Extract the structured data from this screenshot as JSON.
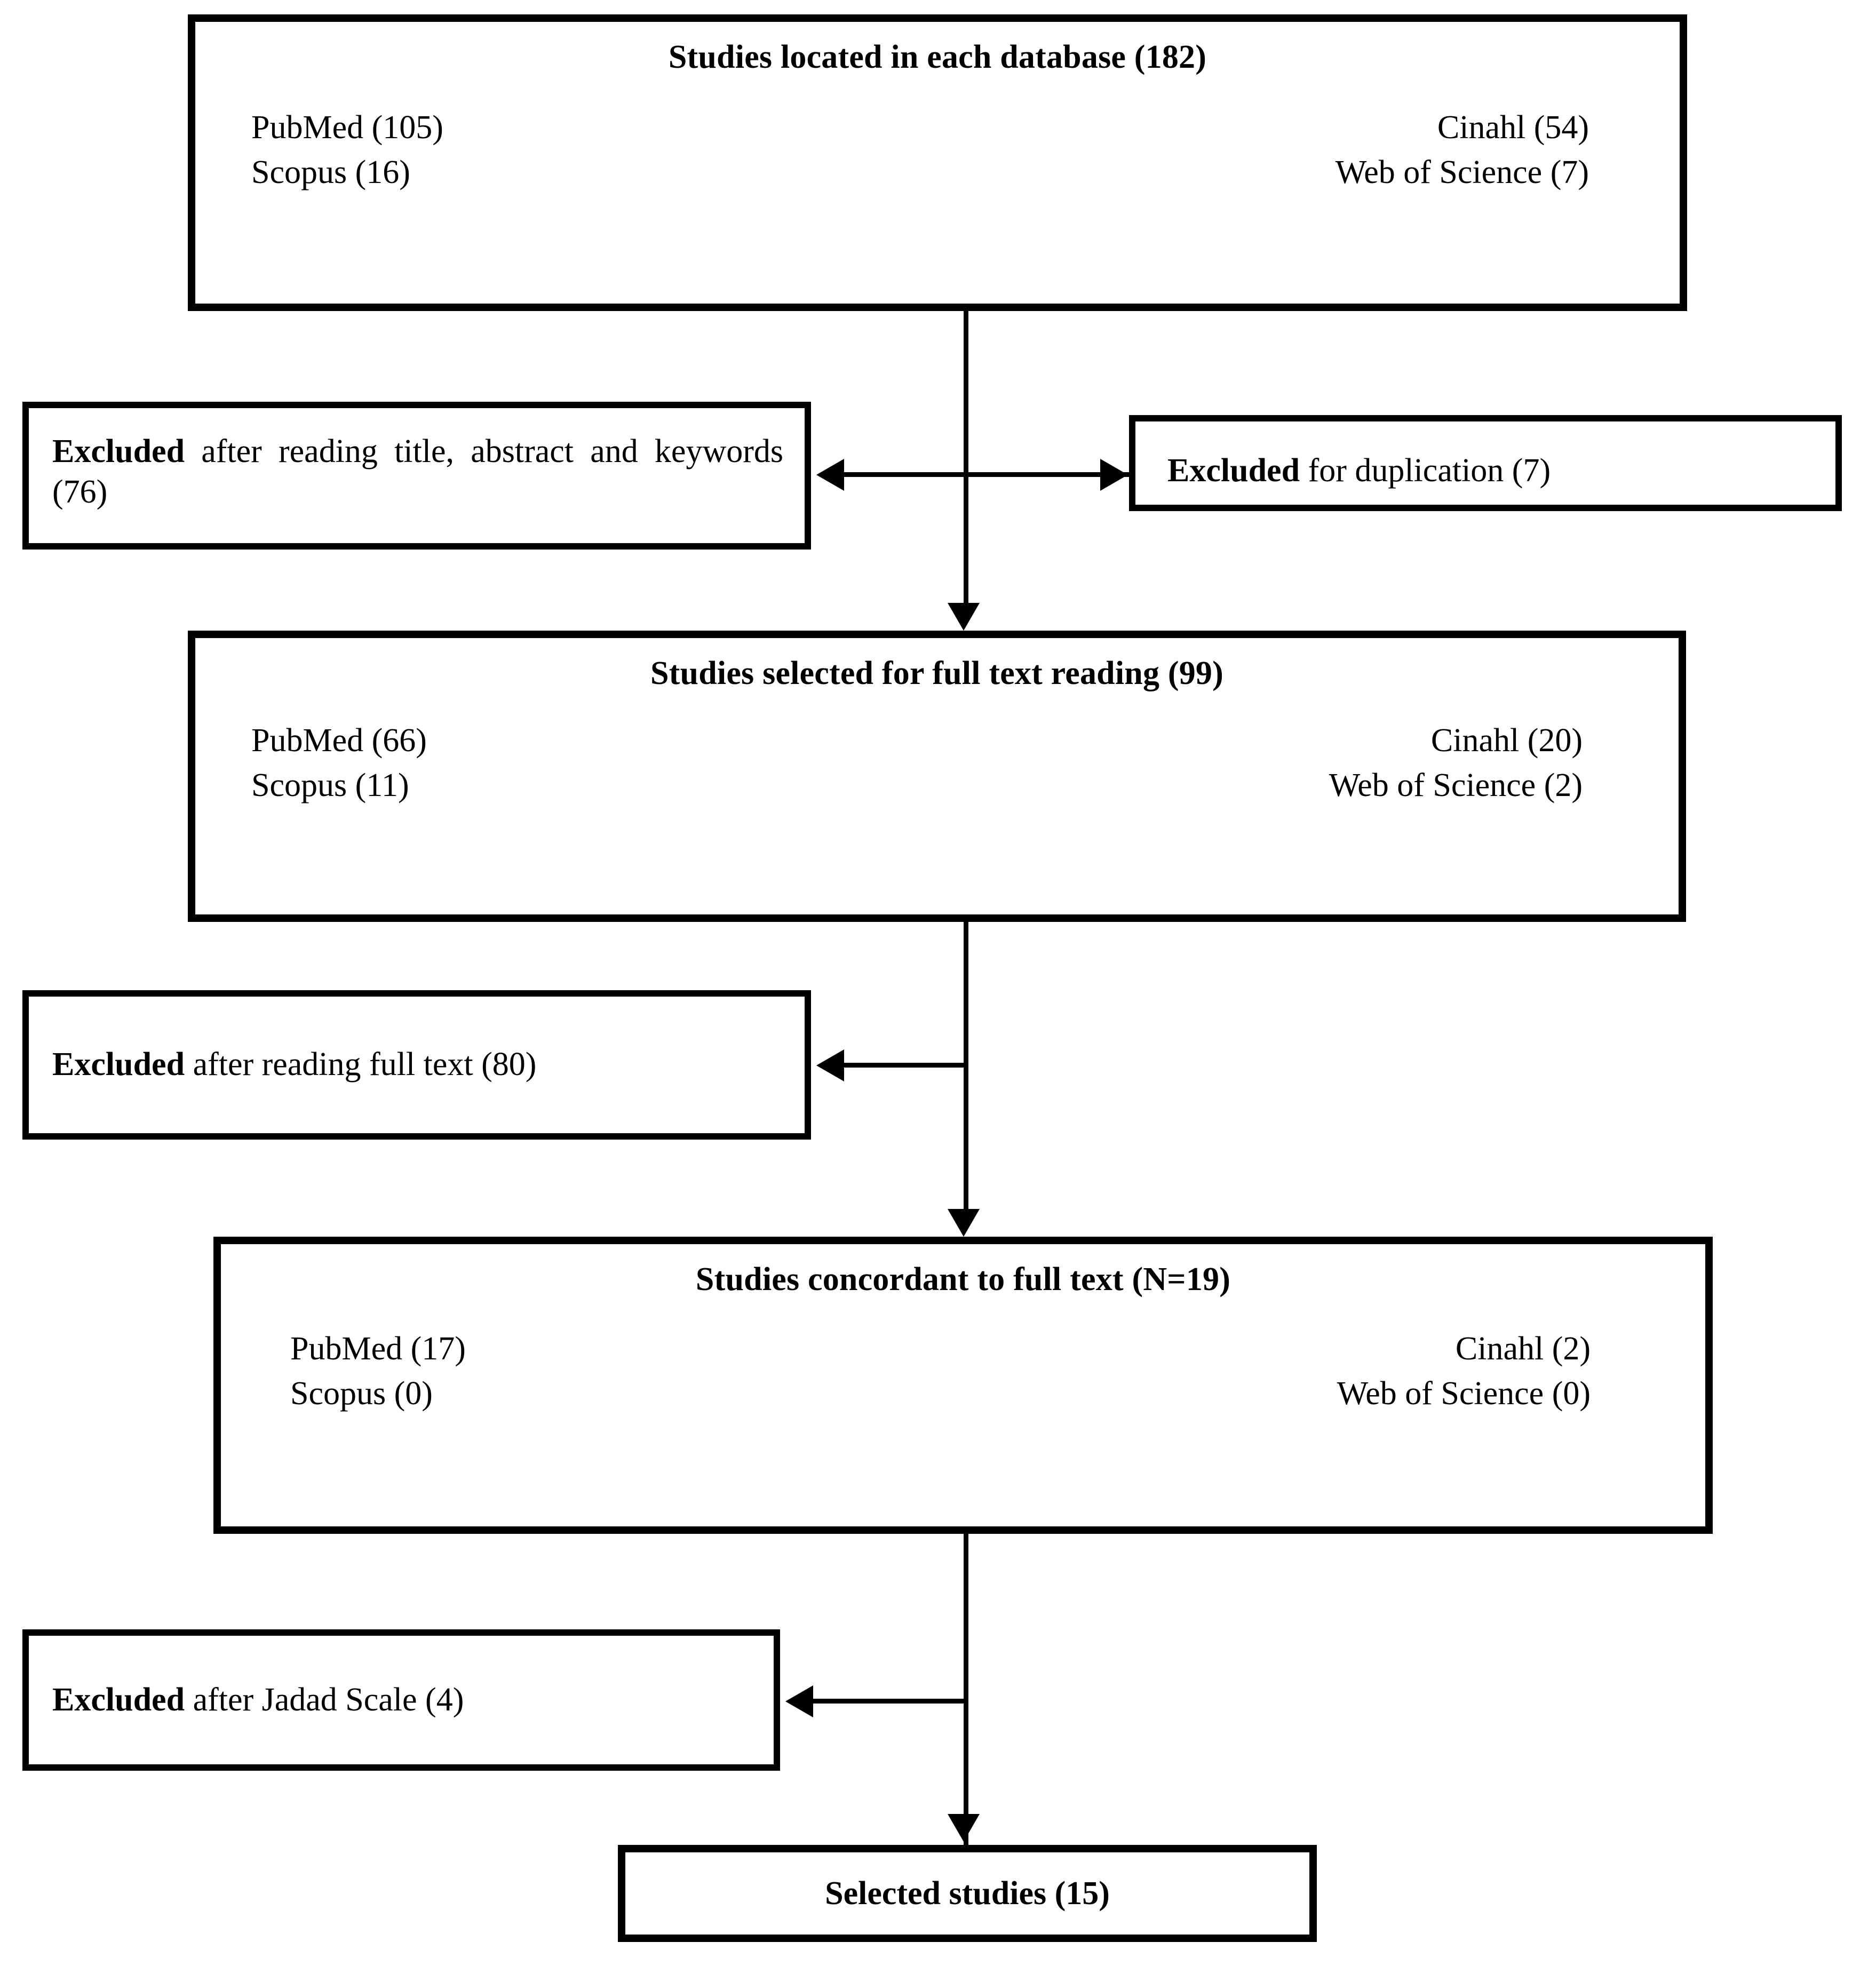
{
  "chart_data": {
    "type": "diagram",
    "title": "PRISMA study selection flow diagram",
    "stages": [
      {
        "label": "Studies located in each database",
        "count": 182
      },
      {
        "label": "Studies selected for full text reading",
        "count": 99
      },
      {
        "label": "Studies concordant to full text",
        "count": 19
      },
      {
        "label": "Selected studies",
        "count": 15
      }
    ],
    "exclusions": [
      {
        "label": "Excluded after reading title, abstract and keywords",
        "count": 76
      },
      {
        "label": "Excluded for duplication",
        "count": 7
      },
      {
        "label": "Excluded after reading full text",
        "count": 80
      },
      {
        "label": "Excluded after Jadad Scale",
        "count": 4
      }
    ],
    "database_breakdown": {
      "databases": [
        "PubMed",
        "Cinahl",
        "Scopus",
        "Web of Science"
      ],
      "located": [
        105,
        54,
        16,
        7
      ],
      "full_text_reading": [
        66,
        20,
        11,
        2
      ],
      "concordant": [
        17,
        2,
        0,
        0
      ]
    }
  },
  "sources_box": {
    "title": "Studies located in each database (182)",
    "pubmed": "PubMed (105)",
    "cinahl": "Cinahl (54)",
    "scopus": "Scopus (16)",
    "wos": "Web of Science (7)"
  },
  "excluded_title_box": {
    "bold": "Excluded",
    "rest": " after reading title, abstract and keywords (76)"
  },
  "excluded_duplication_box": {
    "bold": "Excluded",
    "rest": " for duplication (7)"
  },
  "fulltext_box": {
    "title": "Studies selected for full text reading (99)",
    "pubmed": "PubMed (66)",
    "cinahl": "Cinahl (20)",
    "scopus": "Scopus (11)",
    "wos": "Web of Science (2)"
  },
  "excluded_fulltext_box": {
    "bold": "Excluded",
    "rest": " after reading full text (80)"
  },
  "concordant_box": {
    "title": "Studies concordant to full text (N=19)",
    "pubmed": "PubMed (17)",
    "cinahl": "Cinahl (2)",
    "scopus": "Scopus (0)",
    "wos": "Web of Science (0)"
  },
  "excluded_jadad_box": {
    "bold": "Excluded",
    "rest": " after Jadad Scale (4)"
  },
  "selected_box": {
    "title": "Selected studies (15)"
  },
  "colors": {
    "border": "#000000",
    "background": "#ffffff",
    "text": "#000000"
  }
}
